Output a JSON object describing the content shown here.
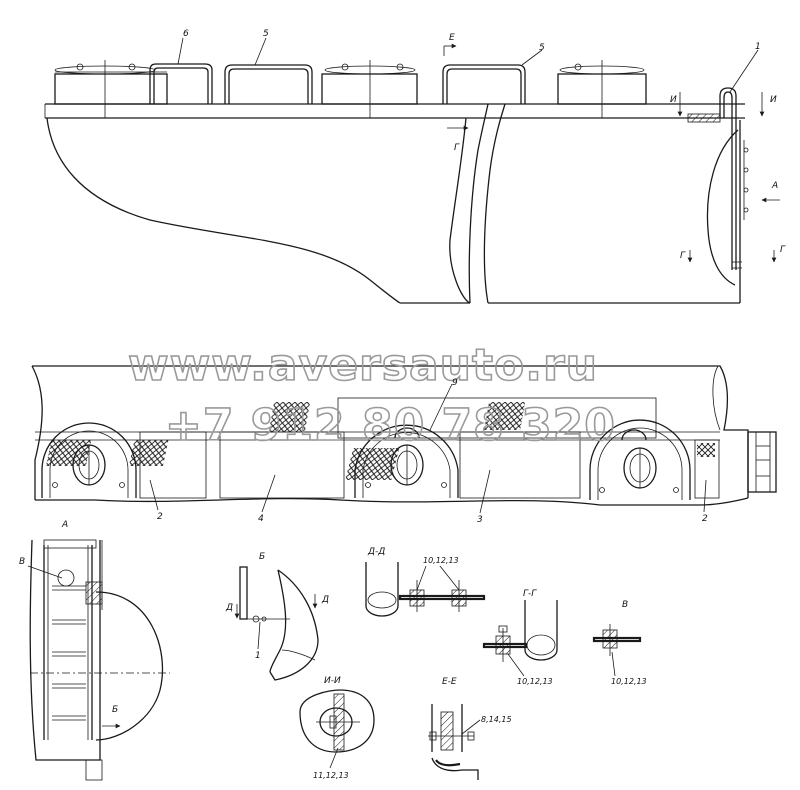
{
  "callouts": {
    "c1_top": "1",
    "c6": "6",
    "c5_left": "5",
    "c5_right": "5",
    "c9": "9",
    "c2_left": "2",
    "c4": "4",
    "c3": "3",
    "c2_right": "2",
    "c1_detail": "1"
  },
  "section_marks": {
    "e_top": "Е",
    "g_mid": "Г",
    "i_left": "И",
    "i_right": "И",
    "a_arrow": "А",
    "g_right": "Г",
    "v_detail": "В",
    "b_arrow": "Б",
    "d_left": "Д",
    "d_right": "Д"
  },
  "views": {
    "view_a": "А",
    "view_b": "Б",
    "section_dd": "Д-Д",
    "section_gg": "Г-Г",
    "view_v": "В",
    "section_ii": "И-И",
    "section_ee": "Е-Е"
  },
  "part_refs": {
    "dd": "10,12,13",
    "gg": "10,12,13",
    "v": "10,12,13",
    "ii": "11,12,13",
    "ee": "8,14,15"
  },
  "watermark": {
    "site": "www.aversauto.ru",
    "phone": "+7 912 80 78 320"
  }
}
